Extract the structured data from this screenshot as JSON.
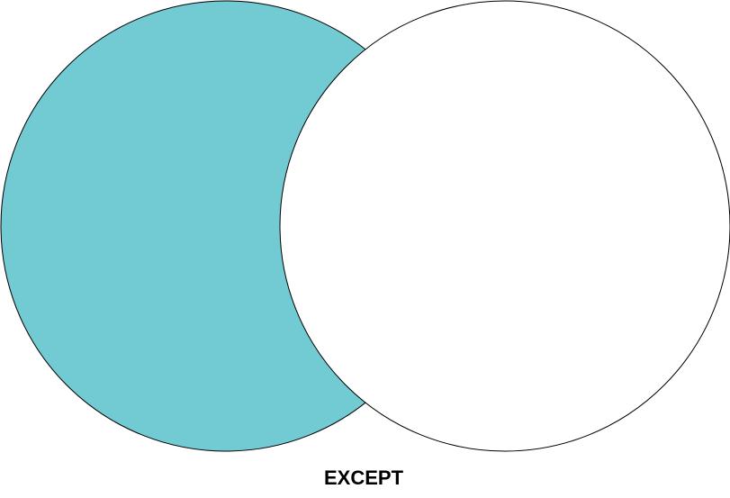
{
  "diagram": {
    "caption": "EXCEPT",
    "sets": [
      {
        "id": "left",
        "highlighted": true
      },
      {
        "id": "right",
        "highlighted": false
      }
    ],
    "colors": {
      "highlight_fill": "#72CBD3",
      "plain_fill": "#FFFFFF",
      "stroke": "#000000"
    }
  }
}
